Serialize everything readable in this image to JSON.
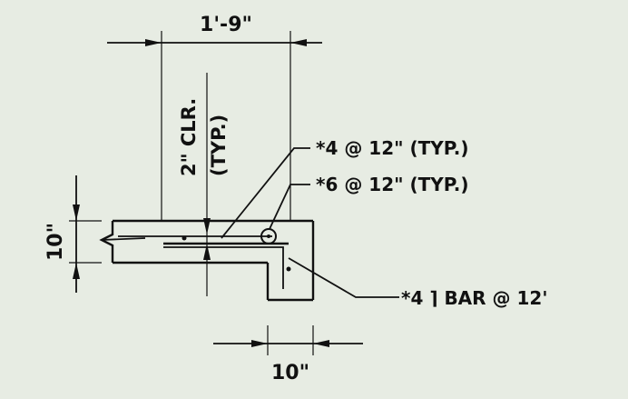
{
  "dimensions": {
    "top_width": "1'-9\"",
    "clearance_line1": "2\" CLR.",
    "clearance_line2": "(TYP.)",
    "slab_thickness": "10\"",
    "bottom_width": "10\""
  },
  "callouts": {
    "bar4": "*4 @ 12\" (TYP.)",
    "bar6": "*6 @ 12\" (TYP.)",
    "hook_bar": "*4 ⌉ BAR @ 12'"
  }
}
